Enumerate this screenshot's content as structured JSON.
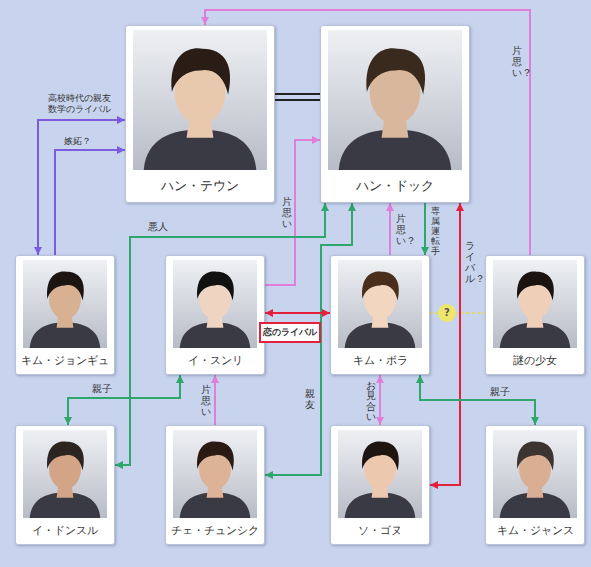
{
  "diagram": {
    "nodes": [
      {
        "text": [
          "ハン・テウン"
        ]
      },
      {
        "text": [
          "ハン・ドック"
        ]
      },
      {
        "text": [
          "キム・ジョンギュ"
        ]
      },
      {
        "text": [
          "イ・スンリ"
        ]
      },
      {
        "text": [
          "キム・ボラ"
        ]
      },
      {
        "text": [
          "謎の少女"
        ]
      },
      {
        "text": [
          "イ・ドンスル"
        ]
      },
      {
        "text": [
          "チェ・チュンシク"
        ]
      },
      {
        "text": [
          "ソ・ゴヌ"
        ]
      },
      {
        "text": [
          "キム・ジャンス"
        ]
      }
    ],
    "edges": [
      {
        "from": 0,
        "to": 1,
        "arrow": "none"
      },
      {
        "from": 2,
        "to": 0,
        "label": "高校時代の親友 数学のライバル",
        "arrow": "both"
      },
      {
        "from": 2,
        "to": 0,
        "label": "嫉妬？",
        "arrow": "to"
      },
      {
        "from": 5,
        "to": 0,
        "label": "片思い？",
        "arrow": "to"
      },
      {
        "from": 3,
        "to": 1,
        "label": "片思い",
        "arrow": "to"
      },
      {
        "from": 6,
        "to": 1,
        "label": "悪人",
        "arrow": "both"
      },
      {
        "from": 7,
        "to": 1,
        "label": "親友",
        "arrow": "both"
      },
      {
        "from": 4,
        "to": 1,
        "label": "片思い？",
        "arrow": "to"
      },
      {
        "from": 1,
        "to": 4,
        "label": "専属運転手",
        "arrow": "to"
      },
      {
        "from": 3,
        "to": 4,
        "label": "恋のライバル",
        "arrow": "both"
      },
      {
        "from": 4,
        "to": 5,
        "label": "?",
        "arrow": "none"
      },
      {
        "from": 4,
        "to": 8,
        "label": "お見合い",
        "arrow": "both"
      },
      {
        "from": 7,
        "to": 3,
        "label": "片思い",
        "arrow": "to"
      },
      {
        "from": 6,
        "to": 3,
        "label": "親子",
        "arrow": "both"
      },
      {
        "from": 8,
        "to": 1,
        "label": "ライバル？",
        "arrow": "both"
      },
      {
        "from": 4,
        "to": 9,
        "label": "親子",
        "arrow": "both"
      }
    ]
  }
}
